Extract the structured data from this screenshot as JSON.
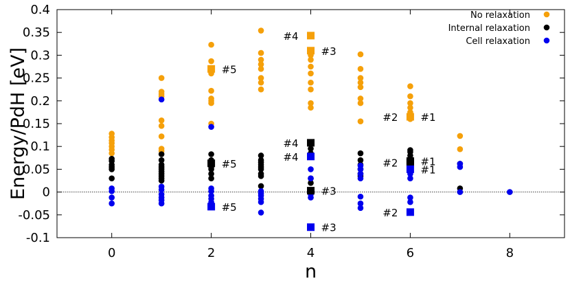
{
  "chart_data": {
    "type": "scatter",
    "xlabel": "n",
    "ylabel": "Energy/PdH [eV]",
    "xlim": [
      -1.1,
      9.1
    ],
    "ylim": [
      -0.1,
      0.4
    ],
    "xticks": [
      0,
      2,
      4,
      6,
      8
    ],
    "yticks": [
      -0.1,
      -0.05,
      0,
      0.05,
      0.1,
      0.15,
      0.2,
      0.25,
      0.3,
      0.35,
      0.4
    ],
    "ytick_labels": [
      "-0.1",
      "-0.05",
      "0",
      "0.05",
      "0.1",
      "0.15",
      "0.2",
      "0.25",
      "0.3",
      "0.35",
      "0.4"
    ],
    "zero_line": true,
    "grid": false,
    "legend_position": "top-right",
    "series": [
      {
        "name": "No relaxation",
        "color": "#f5a00a",
        "points": [
          [
            0,
            0.128
          ],
          [
            0,
            0.12
          ],
          [
            0,
            0.113
          ],
          [
            0,
            0.107
          ],
          [
            0,
            0.1
          ],
          [
            0,
            0.093
          ],
          [
            0,
            0.085
          ],
          [
            1,
            0.25
          ],
          [
            1,
            0.22
          ],
          [
            1,
            0.215
          ],
          [
            1,
            0.21
          ],
          [
            1,
            0.157
          ],
          [
            1,
            0.145
          ],
          [
            1,
            0.122
          ],
          [
            1,
            0.095
          ],
          [
            1,
            0.09
          ],
          [
            2,
            0.323
          ],
          [
            2,
            0.287
          ],
          [
            2,
            0.27
          ],
          [
            2,
            0.26
          ],
          [
            2,
            0.222
          ],
          [
            2,
            0.205
          ],
          [
            2,
            0.2
          ],
          [
            2,
            0.195
          ],
          [
            2,
            0.15
          ],
          [
            3,
            0.354
          ],
          [
            3,
            0.305
          ],
          [
            3,
            0.29
          ],
          [
            3,
            0.28
          ],
          [
            3,
            0.27
          ],
          [
            3,
            0.25
          ],
          [
            3,
            0.24
          ],
          [
            3,
            0.225
          ],
          [
            4,
            0.3
          ],
          [
            4,
            0.29
          ],
          [
            4,
            0.275
          ],
          [
            4,
            0.26
          ],
          [
            4,
            0.24
          ],
          [
            4,
            0.225
          ],
          [
            4,
            0.195
          ],
          [
            4,
            0.185
          ],
          [
            5,
            0.302
          ],
          [
            5,
            0.27
          ],
          [
            5,
            0.25
          ],
          [
            5,
            0.24
          ],
          [
            5,
            0.23
          ],
          [
            5,
            0.205
          ],
          [
            5,
            0.195
          ],
          [
            5,
            0.155
          ],
          [
            6,
            0.232
          ],
          [
            6,
            0.21
          ],
          [
            6,
            0.195
          ],
          [
            6,
            0.185
          ],
          [
            6,
            0.175
          ],
          [
            6,
            0.165
          ],
          [
            6,
            0.16
          ],
          [
            7,
            0.123
          ],
          [
            7,
            0.094
          ]
        ]
      },
      {
        "name": "Internal relaxation",
        "color": "#000000",
        "points": [
          [
            0,
            0.073
          ],
          [
            0,
            0.068
          ],
          [
            0,
            0.06
          ],
          [
            0,
            0.055
          ],
          [
            0,
            0.05
          ],
          [
            0,
            0.03
          ],
          [
            1,
            0.083
          ],
          [
            1,
            0.07
          ],
          [
            1,
            0.06
          ],
          [
            1,
            0.055
          ],
          [
            1,
            0.05
          ],
          [
            1,
            0.045
          ],
          [
            1,
            0.04
          ],
          [
            1,
            0.035
          ],
          [
            1,
            0.03
          ],
          [
            1,
            0.025
          ],
          [
            2,
            0.083
          ],
          [
            2,
            0.07
          ],
          [
            2,
            0.065
          ],
          [
            2,
            0.06
          ],
          [
            2,
            0.055
          ],
          [
            2,
            0.05
          ],
          [
            2,
            0.04
          ],
          [
            2,
            0.03
          ],
          [
            3,
            0.08
          ],
          [
            3,
            0.07
          ],
          [
            3,
            0.065
          ],
          [
            3,
            0.06
          ],
          [
            3,
            0.055
          ],
          [
            3,
            0.05
          ],
          [
            3,
            0.04
          ],
          [
            3,
            0.035
          ],
          [
            3,
            0.013
          ],
          [
            4,
            0.095
          ],
          [
            4,
            0.085
          ],
          [
            4,
            0.03
          ],
          [
            4,
            0.02
          ],
          [
            5,
            0.085
          ],
          [
            5,
            0.07
          ],
          [
            5,
            0.06
          ],
          [
            5,
            0.05
          ],
          [
            5,
            0.04
          ],
          [
            5,
            0.035
          ],
          [
            6,
            0.092
          ],
          [
            6,
            0.088
          ],
          [
            6,
            0.08
          ],
          [
            6,
            0.072
          ],
          [
            7,
            0.062
          ],
          [
            7,
            0.008
          ]
        ]
      },
      {
        "name": "Cell relaxation",
        "color": "#0000ee",
        "points": [
          [
            0,
            0.008
          ],
          [
            0,
            0.002
          ],
          [
            0,
            -0.012
          ],
          [
            0,
            -0.025
          ],
          [
            1,
            0.203
          ],
          [
            1,
            0.012
          ],
          [
            1,
            0.005
          ],
          [
            1,
            -0.005
          ],
          [
            1,
            -0.012
          ],
          [
            1,
            -0.018
          ],
          [
            1,
            -0.025
          ],
          [
            2,
            0.143
          ],
          [
            2,
            0.008
          ],
          [
            2,
            0.002
          ],
          [
            2,
            -0.008
          ],
          [
            2,
            -0.015
          ],
          [
            2,
            -0.022
          ],
          [
            3,
            0.002
          ],
          [
            3,
            -0.003
          ],
          [
            3,
            -0.008
          ],
          [
            3,
            -0.015
          ],
          [
            3,
            -0.022
          ],
          [
            3,
            -0.045
          ],
          [
            4,
            0.05
          ],
          [
            4,
            0.03
          ],
          [
            4,
            -0.005
          ],
          [
            4,
            -0.012
          ],
          [
            5,
            0.058
          ],
          [
            5,
            0.05
          ],
          [
            5,
            0.04
          ],
          [
            5,
            0.03
          ],
          [
            5,
            -0.01
          ],
          [
            5,
            -0.025
          ],
          [
            5,
            -0.035
          ],
          [
            6,
            0.04
          ],
          [
            6,
            0.03
          ],
          [
            6,
            -0.012
          ],
          [
            6,
            -0.022
          ],
          [
            7,
            0.062
          ],
          [
            7,
            0.055
          ],
          [
            7,
            0.0
          ],
          [
            8,
            0.0
          ]
        ]
      }
    ],
    "highlighted": [
      {
        "label": "#5",
        "x": 2,
        "y": 0.27,
        "series": "No relaxation",
        "label_side": "right"
      },
      {
        "label": "#5",
        "x": 2,
        "y": 0.063,
        "series": "Internal relaxation",
        "label_side": "right"
      },
      {
        "label": "#5",
        "x": 2,
        "y": -0.032,
        "series": "Cell relaxation",
        "label_side": "right"
      },
      {
        "label": "#4",
        "x": 4,
        "y": 0.343,
        "series": "No relaxation",
        "label_side": "left"
      },
      {
        "label": "#3",
        "x": 4,
        "y": 0.31,
        "series": "No relaxation",
        "label_side": "right"
      },
      {
        "label": "#4",
        "x": 4,
        "y": 0.108,
        "series": "Internal relaxation",
        "label_side": "left"
      },
      {
        "label": "#4",
        "x": 4,
        "y": 0.078,
        "series": "Cell relaxation",
        "label_side": "left"
      },
      {
        "label": "#3",
        "x": 4,
        "y": 0.003,
        "series": "Internal relaxation",
        "label_side": "right"
      },
      {
        "label": "#3",
        "x": 4,
        "y": -0.077,
        "series": "Cell relaxation",
        "label_side": "right"
      },
      {
        "label": "#2",
        "x": 6,
        "y": 0.165,
        "series": "No relaxation",
        "label_side": "left"
      },
      {
        "label": "#1",
        "x": 6,
        "y": 0.165,
        "series": "No relaxation",
        "label_side": "right"
      },
      {
        "label": "#2",
        "x": 6,
        "y": 0.065,
        "series": "Internal relaxation",
        "label_side": "left"
      },
      {
        "label": "#1",
        "x": 6,
        "y": 0.068,
        "series": "Internal relaxation",
        "label_side": "right"
      },
      {
        "label": "#1",
        "x": 6,
        "y": 0.05,
        "series": "Cell relaxation",
        "label_side": "right"
      },
      {
        "label": "#2",
        "x": 6,
        "y": -0.044,
        "series": "Cell relaxation",
        "label_side": "left"
      }
    ]
  }
}
